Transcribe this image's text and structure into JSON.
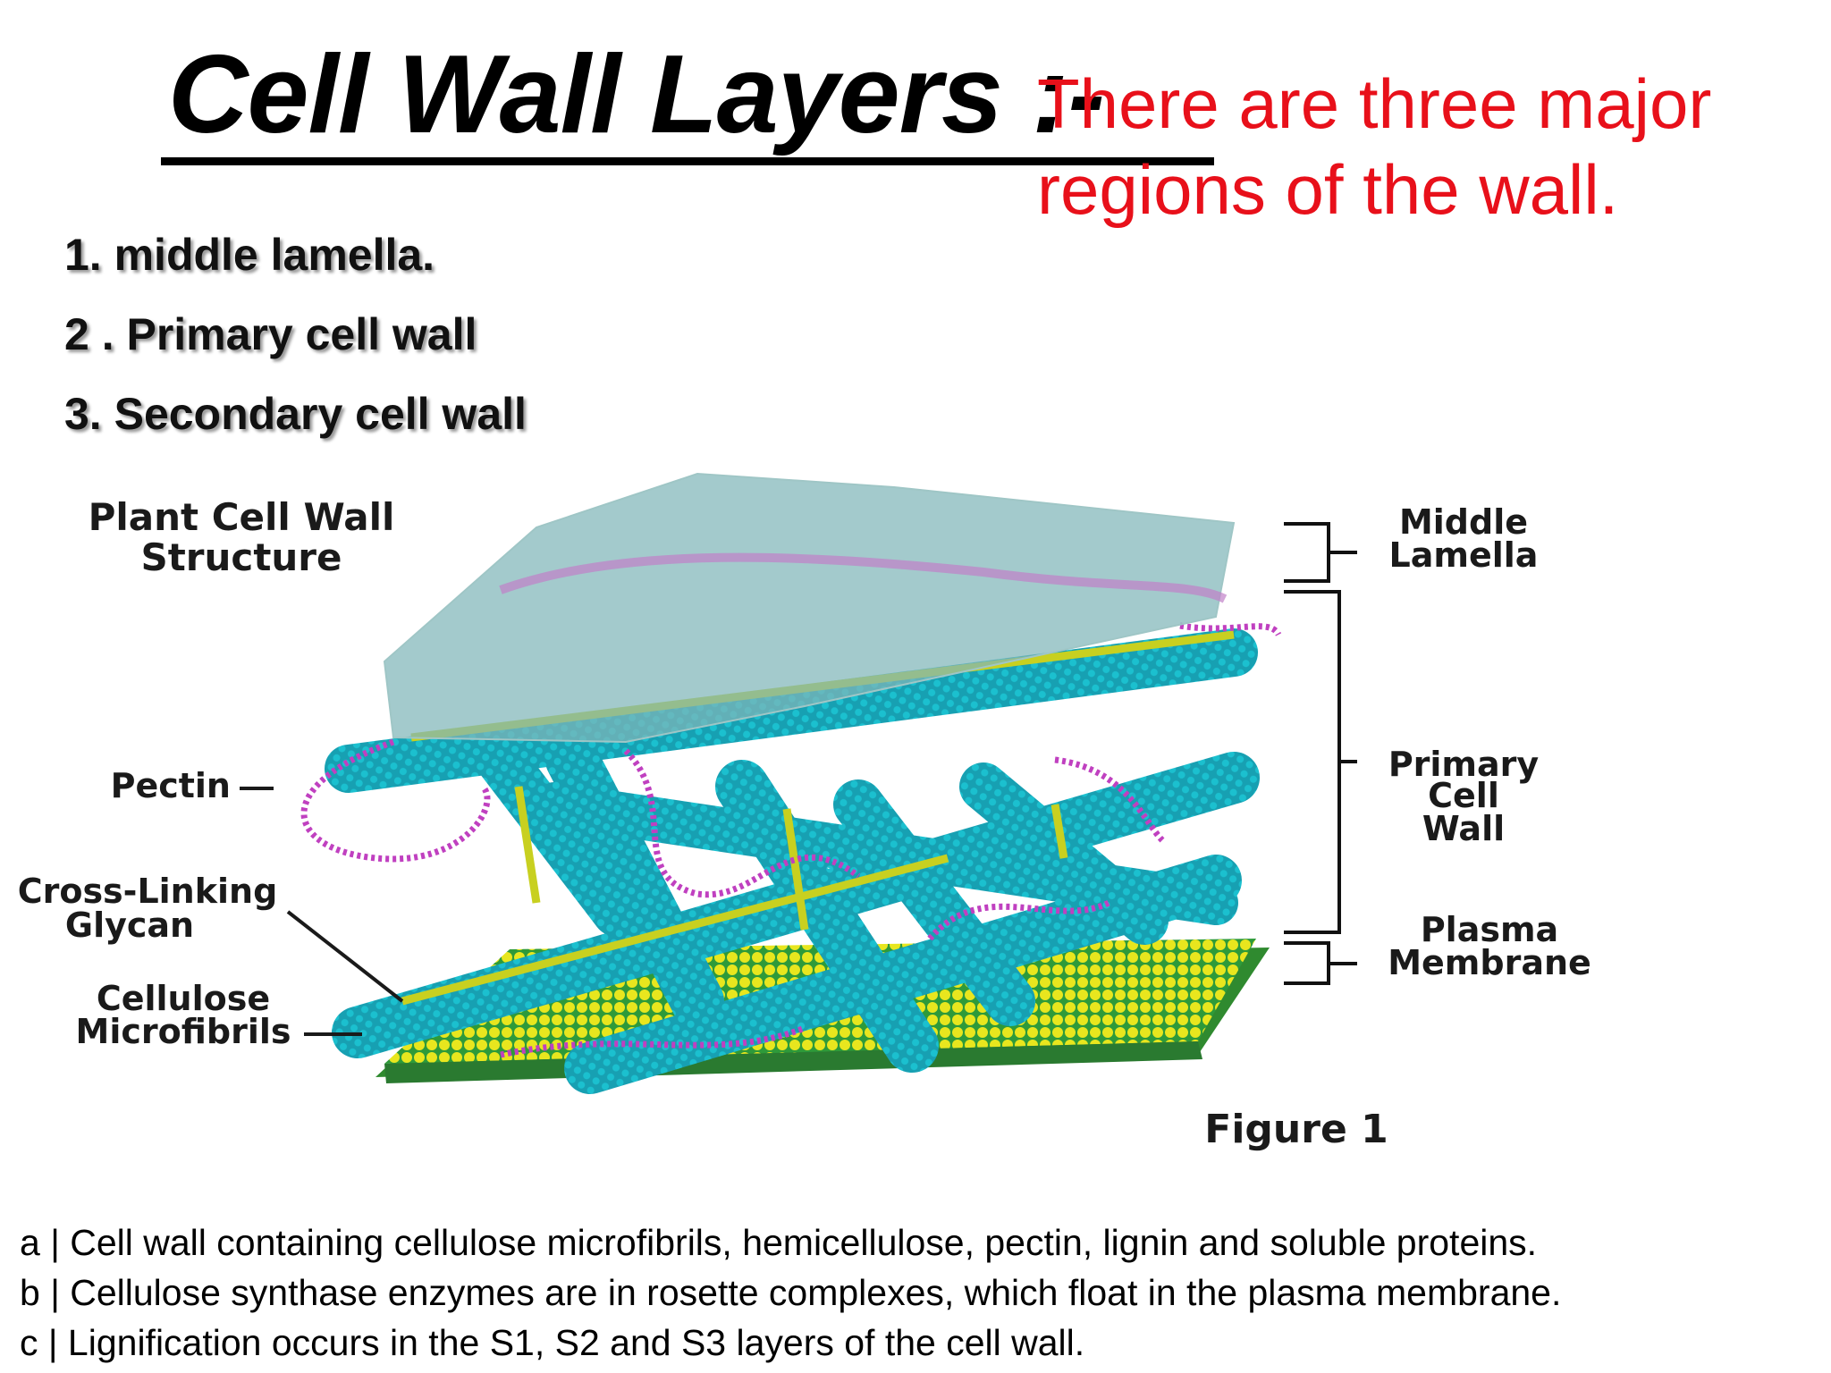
{
  "title": "Cell Wall Layers :-",
  "note": {
    "line1": "There are three major",
    "line2": "regions of the wall."
  },
  "layers": [
    "1.  middle lamella.",
    "2 .  Primary cell wall",
    "3. Secondary cell wall"
  ],
  "figure": {
    "heading_line1": "Plant Cell Wall",
    "heading_line2": "Structure",
    "left_labels": {
      "pectin": "Pectin",
      "crosslinking_line1": "Cross-Linking",
      "crosslinking_line2": "Glycan",
      "cellulose_line1": "Cellulose",
      "cellulose_line2": "Microfibrils"
    },
    "right_labels": {
      "middle_line1": "Middle",
      "middle_line2": "Lamella",
      "primary_line1": "Primary",
      "primary_line2": "Cell",
      "primary_line3": "Wall",
      "plasma_line1": "Plasma",
      "plasma_line2": "Membrane"
    },
    "figure_label": "Figure 1",
    "colors": {
      "membrane": "#e3e21a",
      "microfibril": "#1aa0b0",
      "glycan": "#c8d020",
      "pectin": "#c040c0",
      "lamella": "#7fb6b8"
    }
  },
  "caption": [
    "a | Cell wall containing cellulose microfibrils, hemicellulose, pectin, lignin and soluble proteins.",
    "b | Cellulose synthase enzymes are in rosette complexes, which float in the plasma membrane.",
    "c | Lignification occurs in the S1, S2 and S3 layers of the cell wall."
  ]
}
